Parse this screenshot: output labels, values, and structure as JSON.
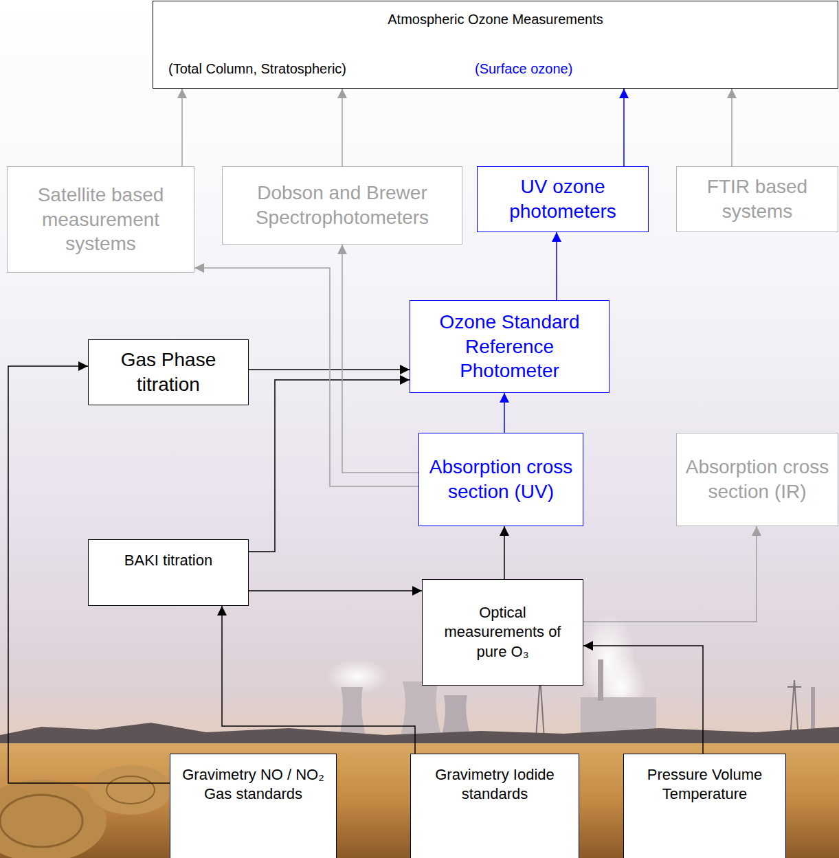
{
  "diagram": {
    "nodes": [
      {
        "text": [
          "Atmospheric Ozone Measurements",
          "(Total Column, Stratospheric)",
          "(Surface ozone)"
        ]
      },
      {
        "text": [
          "Satellite based measurement systems"
        ]
      },
      {
        "text": [
          "Dobson and Brewer Spectrophotometers"
        ]
      },
      {
        "text": [
          "UV ozone photometers"
        ]
      },
      {
        "text": [
          "FTIR based systems"
        ]
      },
      {
        "text": [
          "Ozone Standard Reference Photometer"
        ]
      },
      {
        "text": [
          "Gas Phase titration"
        ]
      },
      {
        "text": [
          "Absorption cross section (UV)"
        ]
      },
      {
        "text": [
          "Absorption cross section (IR)"
        ]
      },
      {
        "text": [
          "BAKI titration"
        ]
      },
      {
        "text": [
          "Optical measurements of pure O₃"
        ]
      },
      {
        "text": [
          "Gravimetry NO / NO₂ Gas standards"
        ]
      },
      {
        "text": [
          "Gravimetry Iodide standards"
        ]
      },
      {
        "text": [
          "Pressure Volume Temperature"
        ]
      }
    ],
    "edges": [
      {
        "from": 1,
        "to": 0,
        "arrow": "to"
      },
      {
        "from": 2,
        "to": 0,
        "arrow": "to"
      },
      {
        "from": 3,
        "to": 0,
        "arrow": "to"
      },
      {
        "from": 4,
        "to": 0,
        "arrow": "to"
      },
      {
        "from": 5,
        "to": 3,
        "arrow": "to"
      },
      {
        "from": 6,
        "to": 5,
        "arrow": "to"
      },
      {
        "from": 9,
        "to": 5,
        "arrow": "to"
      },
      {
        "from": 7,
        "to": 5,
        "arrow": "to"
      },
      {
        "from": 7,
        "to": 2,
        "arrow": "to"
      },
      {
        "from": 7,
        "to": 1,
        "arrow": "to"
      },
      {
        "from": 10,
        "to": 7,
        "arrow": "to"
      },
      {
        "from": 10,
        "to": 8,
        "arrow": "to"
      },
      {
        "from": 9,
        "to": 10,
        "arrow": "to"
      },
      {
        "from": 11,
        "to": 6,
        "arrow": "to"
      },
      {
        "from": 12,
        "to": 9,
        "arrow": "to"
      },
      {
        "from": 13,
        "to": 10,
        "arrow": "to"
      }
    ]
  }
}
